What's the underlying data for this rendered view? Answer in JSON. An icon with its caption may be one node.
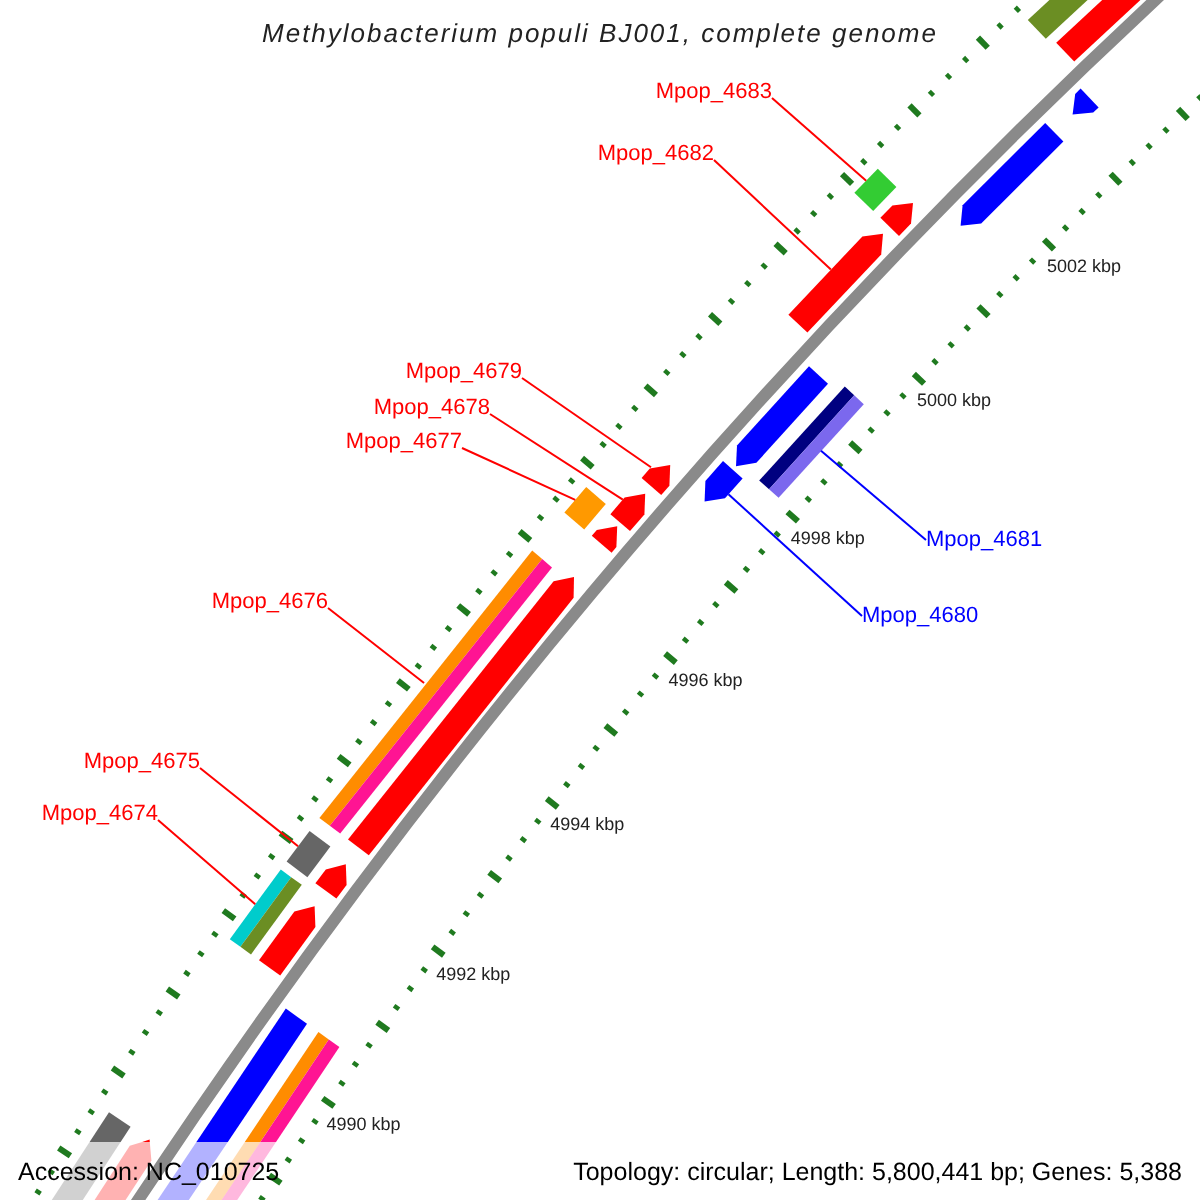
{
  "diagram": {
    "title": "Methylobacterium populi BJ001, complete genome",
    "nodes": [
      {
        "text": [
          "Mpop_4683"
        ]
      },
      {
        "text": [
          "Mpop_4682"
        ]
      },
      {
        "text": [
          "Mpop_4679"
        ]
      },
      {
        "text": [
          "Mpop_4678"
        ]
      },
      {
        "text": [
          "Mpop_4677"
        ]
      },
      {
        "text": [
          "Mpop_4681"
        ]
      },
      {
        "text": [
          "Mpop_4676"
        ]
      },
      {
        "text": [
          "Mpop_4680"
        ]
      },
      {
        "text": [
          "Mpop_4675"
        ]
      },
      {
        "text": [
          "Mpop_4674"
        ]
      },
      {
        "text": [],
        "shape": "bar"
      },
      {
        "text": [],
        "shape": "arrow"
      },
      {
        "text": [],
        "shape": "arrow"
      },
      {
        "text": [],
        "shape": "arrow"
      },
      {
        "text": [],
        "shape": "bar"
      },
      {
        "text": [],
        "shape": "arrow"
      },
      {
        "text": [],
        "shape": "arrow"
      },
      {
        "text": [],
        "shape": "arrow"
      },
      {
        "text": [],
        "shape": "bar"
      },
      {
        "text": [],
        "shape": "arrow"
      },
      {
        "text": [],
        "shape": "arrow"
      },
      {
        "text": [],
        "shape": "arrow"
      },
      {
        "text": [],
        "shape": "bar"
      },
      {
        "text": [],
        "shape": "arrow"
      },
      {
        "text": [],
        "shape": "bar"
      },
      {
        "text": [],
        "shape": "arrow"
      },
      {
        "text": [],
        "shape": "bar"
      },
      {
        "text": [],
        "shape": "arrow"
      },
      {
        "text": [],
        "shape": "bar"
      },
      {
        "text": [],
        "shape": "arrow"
      },
      {
        "text": [],
        "shape": "arrow"
      },
      {
        "text": [],
        "shape": "bar"
      },
      {
        "text": [],
        "shape": "bar"
      },
      {
        "text": [],
        "shape": "arrow"
      }
    ],
    "edges": [
      {
        "from": 0,
        "to": 14,
        "arrow": "none"
      },
      {
        "from": 1,
        "to": 16,
        "arrow": "none"
      },
      {
        "from": 2,
        "to": 20,
        "arrow": "none"
      },
      {
        "from": 3,
        "to": 21,
        "arrow": "none"
      },
      {
        "from": 4,
        "to": 22,
        "arrow": "none"
      },
      {
        "from": 5,
        "to": 18,
        "arrow": "none",
        "color": "#0000ff"
      },
      {
        "from": 6,
        "to": 24,
        "arrow": "none"
      },
      {
        "from": 7,
        "to": 19,
        "arrow": "none",
        "color": "#0000ff"
      },
      {
        "from": 8,
        "to": 26,
        "arrow": "none"
      },
      {
        "from": 9,
        "to": 28,
        "arrow": "none"
      }
    ],
    "labels": [
      "5002 kbp",
      "5000 kbp",
      "4998 kbp",
      "4996 kbp",
      "4994 kbp",
      "4992 kbp",
      "4990 kbp",
      "Accession: NC_010725",
      "Topology: circular; Length: 5,800,441 bp; Genes: 5,388"
    ]
  }
}
